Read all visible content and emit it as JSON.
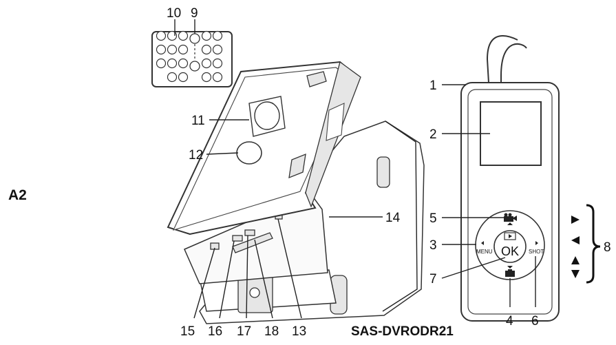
{
  "section_label": "A2",
  "model_name": "SAS-DVRODR21",
  "callouts": {
    "c1": "1",
    "c2": "2",
    "c3": "3",
    "c4": "4",
    "c5": "5",
    "c6": "6",
    "c7": "7",
    "c8": "8",
    "c9": "9",
    "c10": "10",
    "c11": "11",
    "c12": "12",
    "c13": "13",
    "c14": "14",
    "c15": "15",
    "c16": "16",
    "c17": "17",
    "c18": "18"
  },
  "remote": {
    "ok_label": "OK",
    "menu_label": "MENU",
    "shot_label": "SHOT",
    "play_icon": "play-icon",
    "video_icon": "video-camera-icon",
    "photo_icon": "photo-camera-icon"
  },
  "direction_keys": [
    "right-arrow-icon",
    "left-arrow-icon",
    "up-arrow-icon",
    "down-arrow-icon"
  ]
}
